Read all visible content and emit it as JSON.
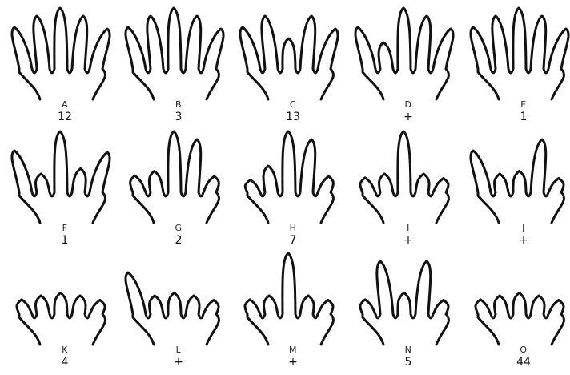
{
  "panels": [
    {
      "letter": "A",
      "count": "12",
      "fingers": [
        1,
        1,
        1,
        1,
        1
      ]
    },
    {
      "letter": "B",
      "count": "3",
      "fingers": [
        1,
        1,
        1,
        1,
        1
      ]
    },
    {
      "letter": "C",
      "count": "13",
      "fingers": [
        1,
        1,
        0.5,
        1,
        1
      ]
    },
    {
      "letter": "D",
      "count": "+",
      "fingers": [
        1,
        0.5,
        1,
        1,
        1
      ]
    },
    {
      "letter": "E",
      "count": "1",
      "fingers": [
        1,
        1,
        1,
        1,
        1
      ]
    },
    {
      "letter": "F",
      "count": "1",
      "fingers": [
        1,
        0.35,
        1,
        0.45,
        1
      ]
    },
    {
      "letter": "G",
      "count": "2",
      "fingers": [
        0.4,
        0.4,
        1,
        1,
        0.4
      ]
    },
    {
      "letter": "H",
      "count": "7",
      "fingers": [
        0.3,
        0.5,
        1,
        1,
        0.4
      ]
    },
    {
      "letter": "I",
      "count": "+",
      "fingers": [
        0.35,
        0.35,
        1,
        0.35,
        0.35
      ]
    },
    {
      "letter": "J",
      "count": "+",
      "fingers": [
        1,
        0.35,
        0.35,
        1,
        0.35
      ]
    },
    {
      "letter": "K",
      "count": "4",
      "fingers": [
        0.35,
        0.35,
        0.35,
        0.35,
        0.35
      ]
    },
    {
      "letter": "L",
      "count": "+",
      "fingers": [
        1,
        0.35,
        0.35,
        0.35,
        0.35
      ]
    },
    {
      "letter": "M",
      "count": "+",
      "fingers": [
        0.35,
        0.35,
        1,
        0.35,
        0.35
      ]
    },
    {
      "letter": "N",
      "count": "5",
      "fingers": [
        0.35,
        1,
        0.35,
        1,
        0.35
      ]
    },
    {
      "letter": "O",
      "count": "44",
      "fingers": [
        0.35,
        0.35,
        0.35,
        0.35,
        0.35
      ]
    }
  ]
}
